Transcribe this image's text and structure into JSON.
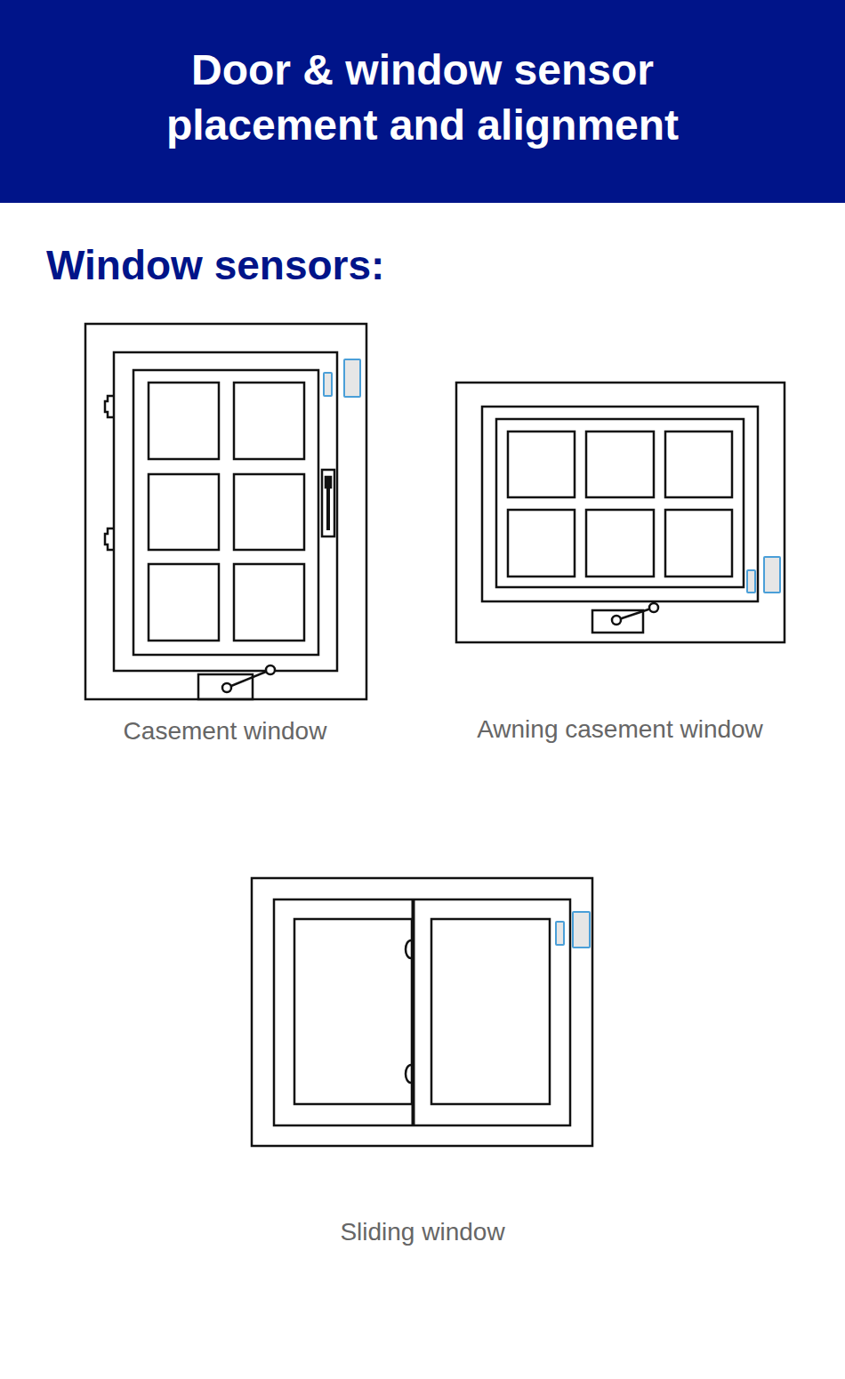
{
  "diagram": {
    "title": "Door & window sensor placement and alignment",
    "labels": [
      "Window sensors:",
      "Casement window",
      "Awning casement window",
      "Sliding window"
    ]
  }
}
